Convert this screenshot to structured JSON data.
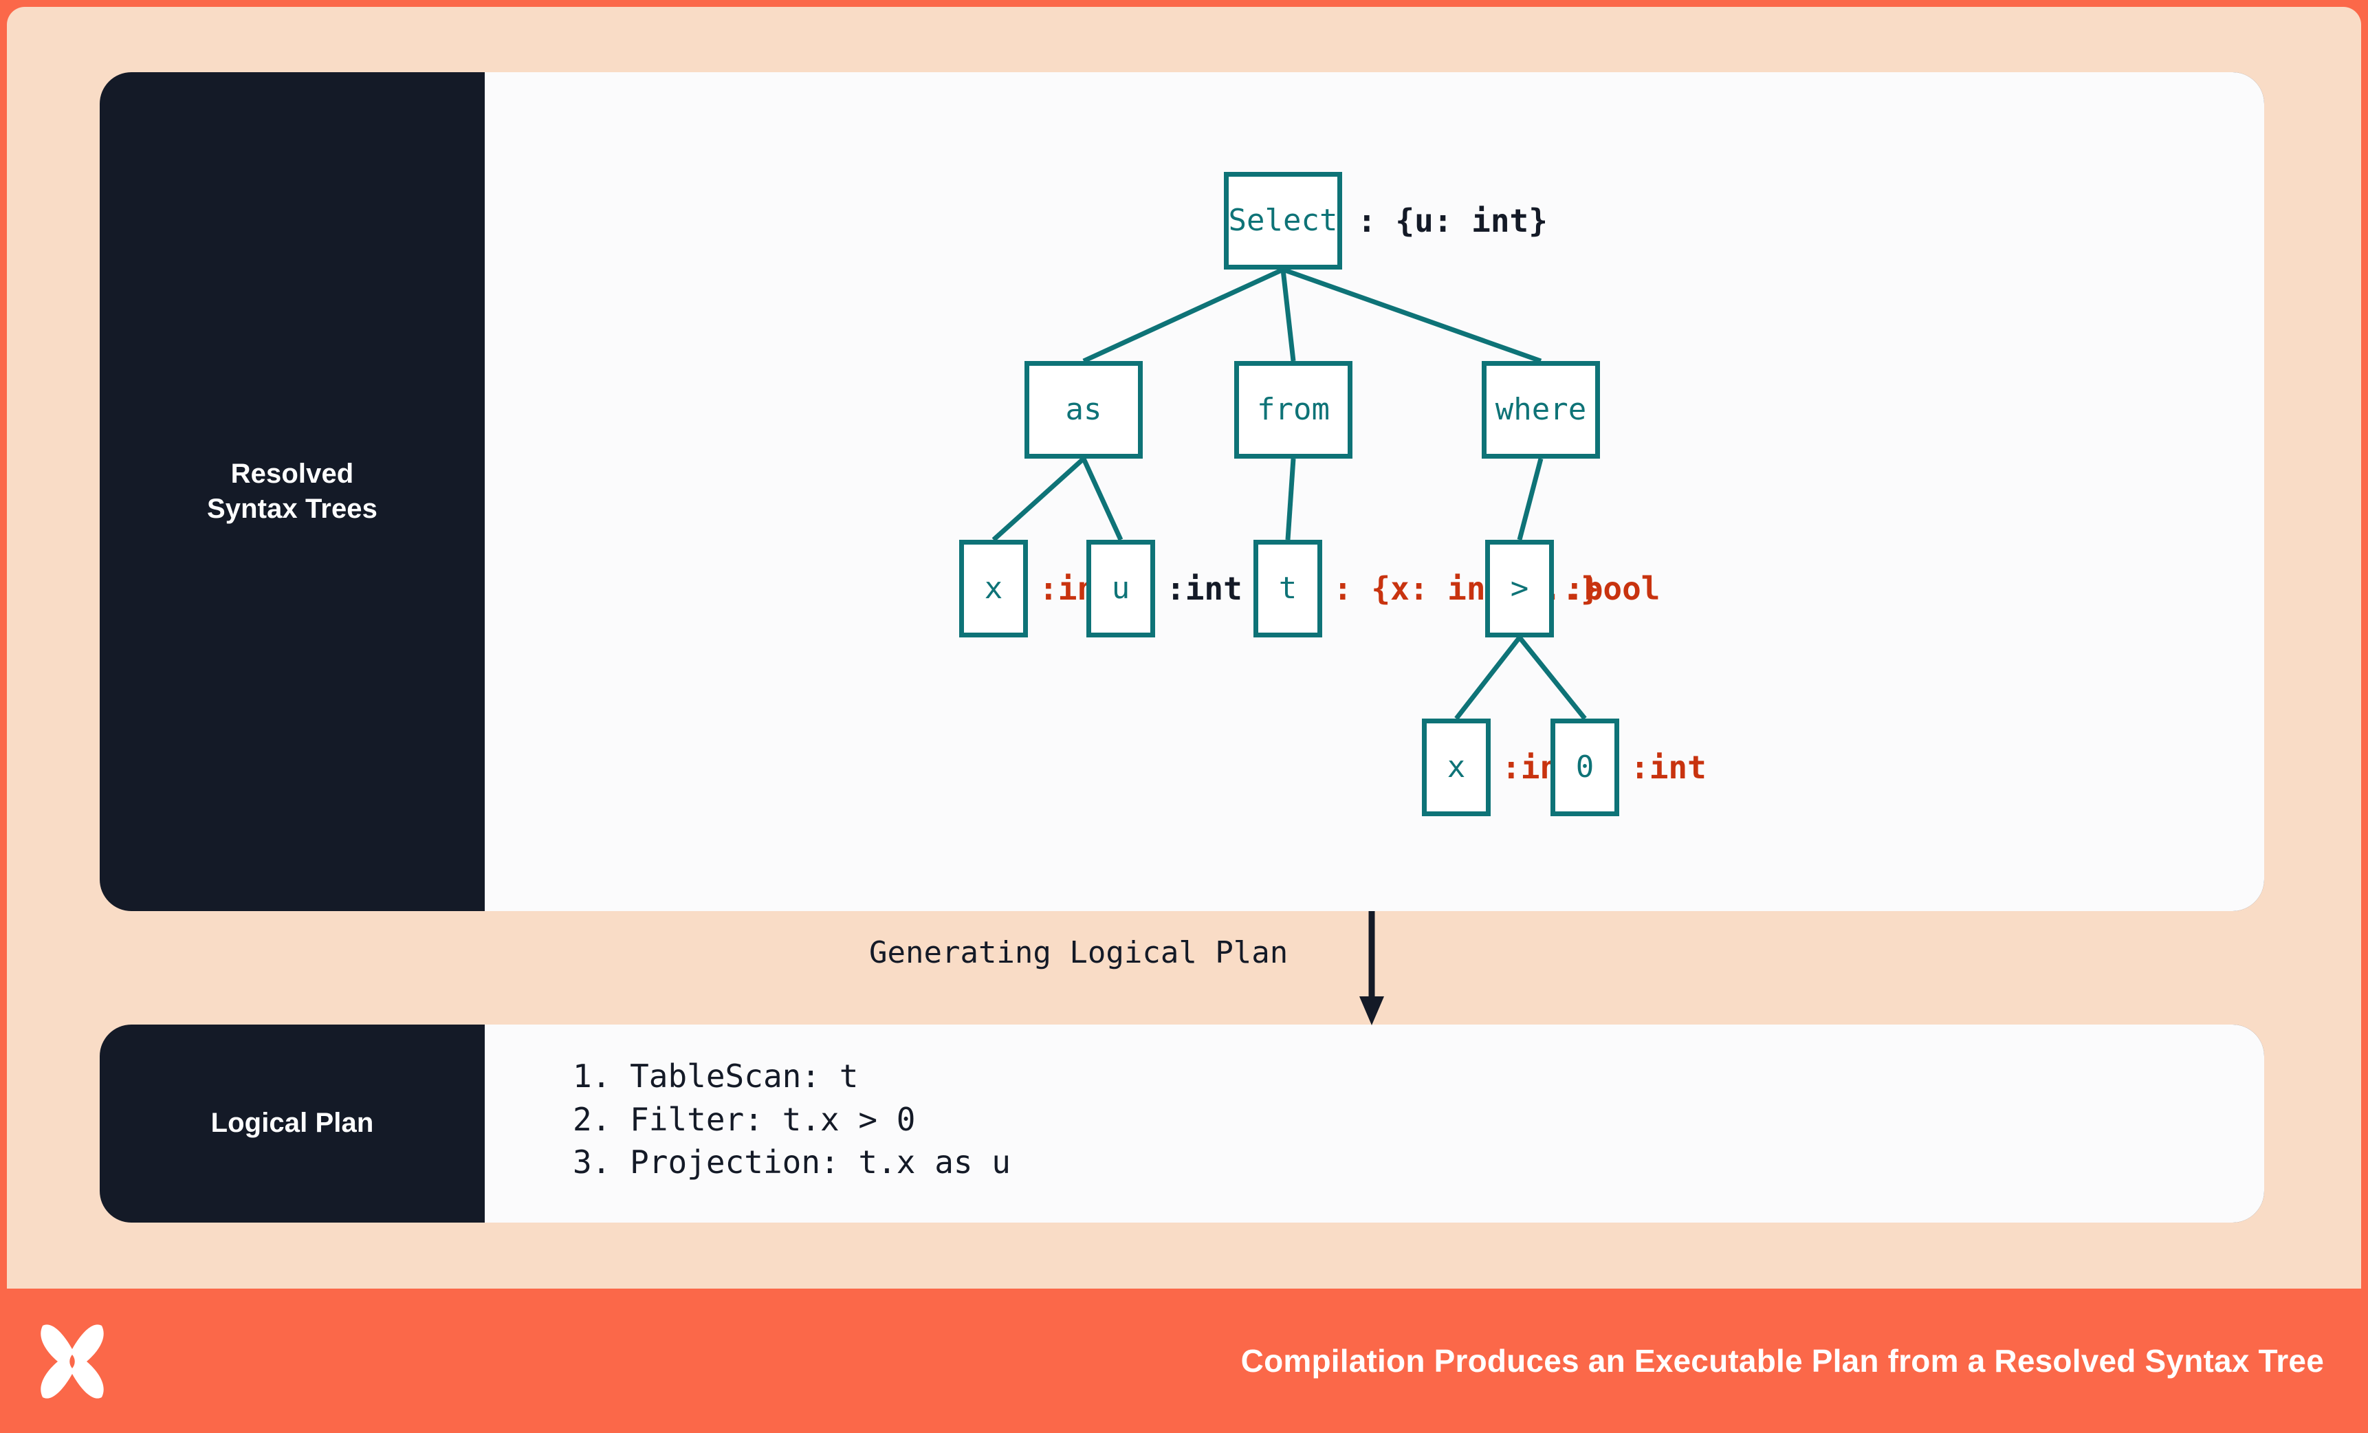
{
  "theme": {
    "page_bg": "#FB6849",
    "canvas_bg": "#F9DCC6",
    "card_bg": "#141A27",
    "panel_bg": "#FBFBFC",
    "node_stroke": "#0E7377",
    "accent_red": "#C8330F",
    "text_dark": "#141A27",
    "text_light": "#FFFFFF"
  },
  "sections": {
    "resolved_syntax_trees": {
      "label_line1": "Resolved",
      "label_line2": "Syntax Trees"
    },
    "logical_plan": {
      "label": "Logical Plan",
      "steps": [
        "1. TableScan: t",
        "2. Filter: t.x > 0",
        "3. Projection: t.x as u"
      ]
    }
  },
  "connector": {
    "caption": "Generating Logical Plan"
  },
  "tree": {
    "nodes": [
      {
        "id": "select",
        "text": "Select",
        "annotation": ": {u: int}",
        "annotation_color": "dark"
      },
      {
        "id": "as",
        "text": "as",
        "annotation": "",
        "annotation_color": "dark"
      },
      {
        "id": "from",
        "text": "from",
        "annotation": "",
        "annotation_color": "dark"
      },
      {
        "id": "where",
        "text": "where",
        "annotation": "",
        "annotation_color": "dark"
      },
      {
        "id": "as-x",
        "text": "x",
        "annotation": ":int",
        "annotation_color": "red"
      },
      {
        "id": "as-u",
        "text": "u",
        "annotation": ":int",
        "annotation_color": "dark"
      },
      {
        "id": "from-t",
        "text": "t",
        "annotation": ": {x: int,...}",
        "annotation_color": "red"
      },
      {
        "id": "gt",
        "text": ">",
        "annotation": ":bool",
        "annotation_color": "red"
      },
      {
        "id": "gt-x",
        "text": "x",
        "annotation": ":int",
        "annotation_color": "red"
      },
      {
        "id": "gt-0",
        "text": "0",
        "annotation": ":int",
        "annotation_color": "red"
      }
    ],
    "edges": [
      {
        "from": "select",
        "to": "as"
      },
      {
        "from": "select",
        "to": "from"
      },
      {
        "from": "select",
        "to": "where"
      },
      {
        "from": "as",
        "to": "as-x"
      },
      {
        "from": "as",
        "to": "as-u"
      },
      {
        "from": "from",
        "to": "from-t"
      },
      {
        "from": "where",
        "to": "gt"
      },
      {
        "from": "gt",
        "to": "gt-x"
      },
      {
        "from": "gt",
        "to": "gt-0"
      }
    ]
  },
  "footer": {
    "title": "Compilation Produces an Executable Plan from a Resolved Syntax Tree",
    "logo": "butterfly-x-logo"
  }
}
